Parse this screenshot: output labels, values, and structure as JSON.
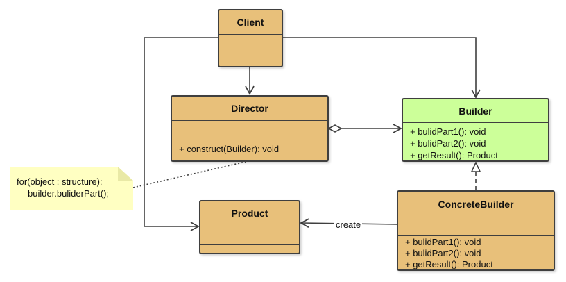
{
  "classes": {
    "client": {
      "name": "Client",
      "members": []
    },
    "director": {
      "name": "Director",
      "members": [
        "+ construct(Builder): void"
      ]
    },
    "builder": {
      "name": "Builder",
      "members": [
        "+ bulidPart1(): void",
        "+ bulidPart2(): void",
        "+ getResult(): Product"
      ]
    },
    "product": {
      "name": "Product",
      "members": []
    },
    "concrete_builder": {
      "name": "ConcreteBuilder",
      "members": [
        "+ bulidPart1(): void",
        "+ bulidPart2(): void",
        "+ getResult(): Product"
      ]
    }
  },
  "note": {
    "lines": [
      "for(object : structure):",
      "builder.buliderPart();"
    ]
  },
  "relations": {
    "create_label": "create"
  },
  "colors": {
    "class_fill": "#e8c07a",
    "builder_fill": "#ccff99",
    "note_fill": "#ffffc2",
    "line": "#3f3f3f"
  }
}
